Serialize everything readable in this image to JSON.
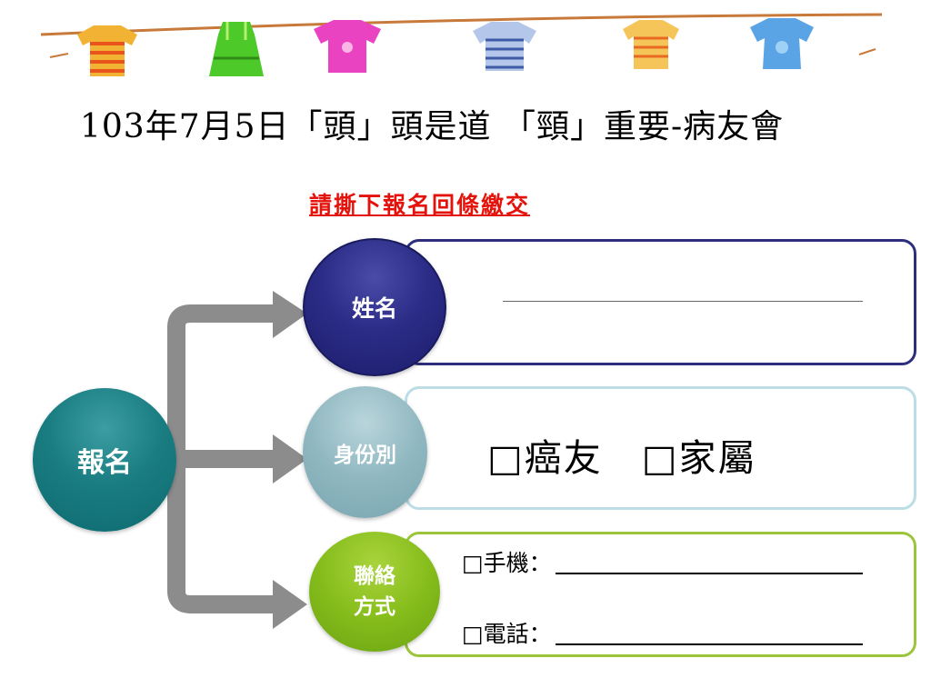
{
  "title": "103年7月5日「頭」頭是道 「頸」重要-病友會",
  "subtitle": "請撕下報名回條繳交",
  "center_node": {
    "label": "報名"
  },
  "fields": [
    {
      "label": "姓名",
      "value": ""
    },
    {
      "label": "身份別",
      "options_text": "□癌友　□家屬"
    },
    {
      "label_line1": "聯絡",
      "label_line2": "方式",
      "rows": [
        {
          "label": "□手機："
        },
        {
          "label": "□電話："
        }
      ]
    }
  ],
  "colors": {
    "name_node": "#2b2c86",
    "id_node": "#8fb7c0",
    "contact_node": "#86bd1c",
    "center_node": "#1a7d82",
    "subtitle": "#e3120b",
    "arrows": "#8c8c8c"
  },
  "banner": {
    "description_icons": [
      "shirt-icon",
      "dress-icon",
      "shirt-icon",
      "shirt-icon",
      "shirt-icon",
      "shirt-icon"
    ]
  }
}
